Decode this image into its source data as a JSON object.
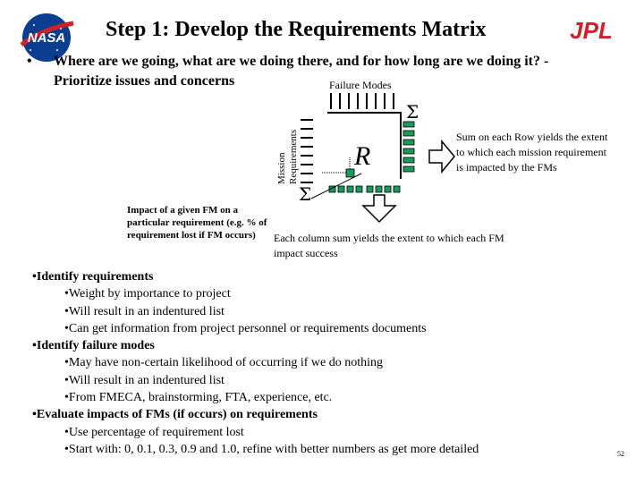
{
  "header": {
    "title": "Step 1: Develop the Requirements Matrix",
    "logo_left_text": "NASA",
    "logo_right_text": "JPL"
  },
  "intro": {
    "bullet": "•",
    "line1": "Where are we going, what are we doing there, and for how long are we doing it? -",
    "line2": "Prioritize issues and concerns"
  },
  "diagram": {
    "failure_modes_label": "Failure Modes",
    "mission_requirements_label_line1": "Mission",
    "mission_requirements_label_line2": "Requirements",
    "matrix_symbol": "R",
    "row_sum_symbol": "Σ",
    "col_sum_symbol": "Σ",
    "impact_note": "Impact of a given FM on a particular requirement (e.g. % of requirement lost if FM occurs)",
    "row_sum_note": "Sum on each Row yields the extent to which each mission requirement is impacted by the FMs",
    "col_sum_note": "Each column sum yields the extent to which each FM impact success",
    "accent_color": "#1a9a5a"
  },
  "bullets": [
    {
      "heading": "•Identify requirements",
      "items": [
        "•Weight by importance to project",
        "•Will result in an indentured list",
        "•Can get information from project personnel or requirements documents"
      ]
    },
    {
      "heading": "•Identify failure modes",
      "items": [
        "•May have non-certain likelihood of occurring if we do nothing",
        "•Will result in an indentured list",
        "•From FMECA, brainstorming, FTA, experience, etc."
      ]
    },
    {
      "heading": "•Evaluate impacts of FMs (if occurs) on requirements",
      "items": [
        "•Use percentage of requirement lost",
        "•Start with: 0, 0.1, 0.3, 0.9 and 1.0, refine with better numbers as get more detailed"
      ]
    }
  ],
  "footer": {
    "page_number": "52"
  }
}
